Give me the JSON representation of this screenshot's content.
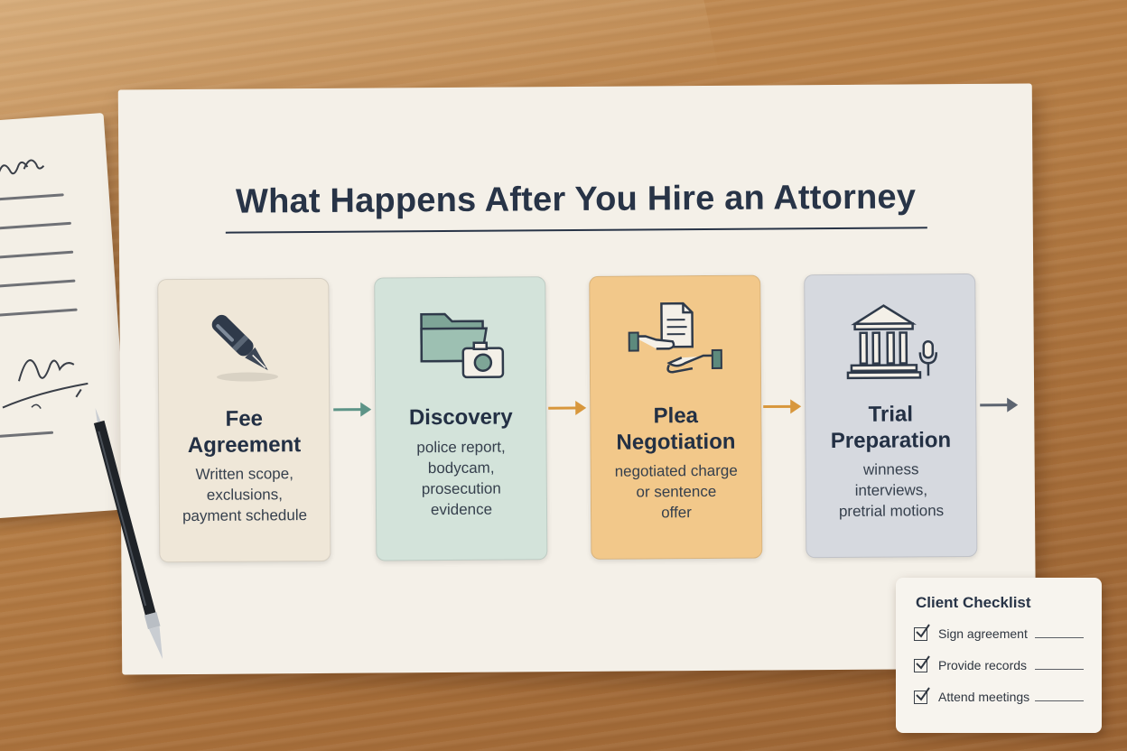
{
  "title": "What Happens After You Hire an Attorney",
  "steps": [
    {
      "title_lines": [
        "Fee",
        "Agreement"
      ],
      "desc_lines": [
        "Written scope,",
        "exclusions,",
        "payment schedule"
      ],
      "icon": "fountain-pen-icon",
      "color": "#efe7d8"
    },
    {
      "title_lines": [
        "Discovery"
      ],
      "desc_lines": [
        "police report,",
        "bodycam,",
        "prosecution",
        "evidence"
      ],
      "icon": "folder-camera-icon",
      "color": "#d3e3da"
    },
    {
      "title_lines": [
        "Plea",
        "Negotiation"
      ],
      "desc_lines": [
        "negotiated charge",
        "or sentence",
        "offer"
      ],
      "icon": "handshake-document-icon",
      "color": "#f2c88a"
    },
    {
      "title_lines": [
        "Trial",
        "Preparation"
      ],
      "desc_lines": [
        "winness",
        "interviews,",
        "pretrial motions"
      ],
      "icon": "courthouse-microphone-icon",
      "color": "#d6d9df"
    }
  ],
  "arrow_colors": [
    "#5d9487",
    "#d8973c",
    "#d8973c",
    "#5c6470"
  ],
  "checklist": {
    "title": "Client Checklist",
    "items": [
      "Sign agreement",
      "Provide records",
      "Attend meetings"
    ]
  }
}
